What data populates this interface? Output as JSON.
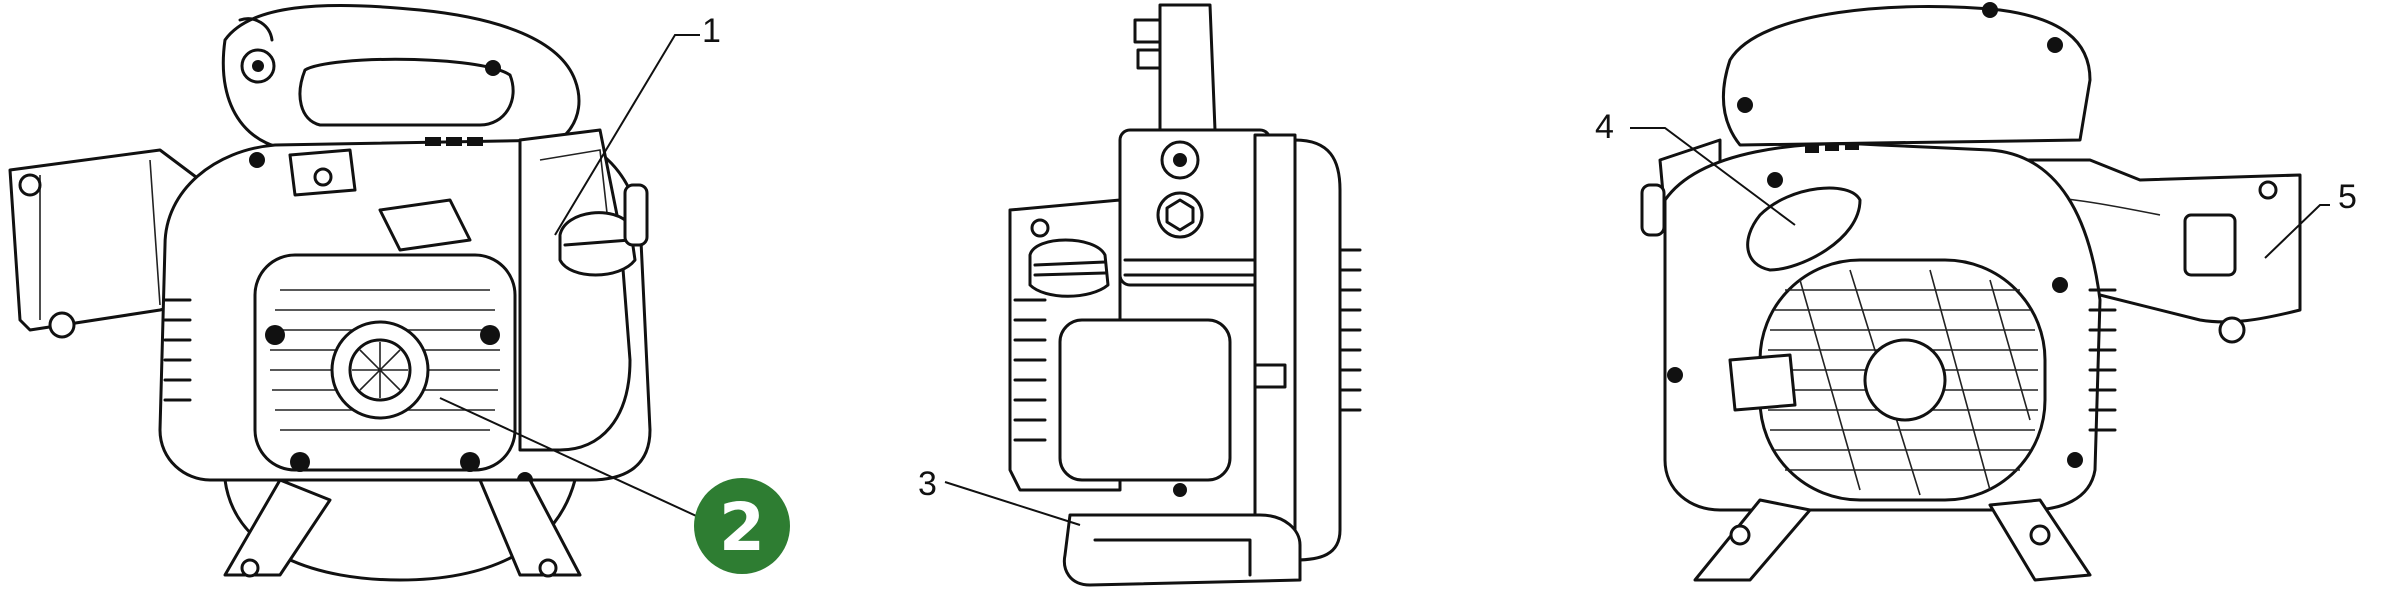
{
  "figure": {
    "views": [
      "blower-front-view",
      "blower-side-view",
      "blower-back-view"
    ],
    "callouts": [
      {
        "id": "c1",
        "label": "1"
      },
      {
        "id": "c3",
        "label": "3"
      },
      {
        "id": "c4",
        "label": "4"
      },
      {
        "id": "c5",
        "label": "5"
      }
    ],
    "badge": {
      "label": "2",
      "color": "#2e7d32"
    }
  }
}
